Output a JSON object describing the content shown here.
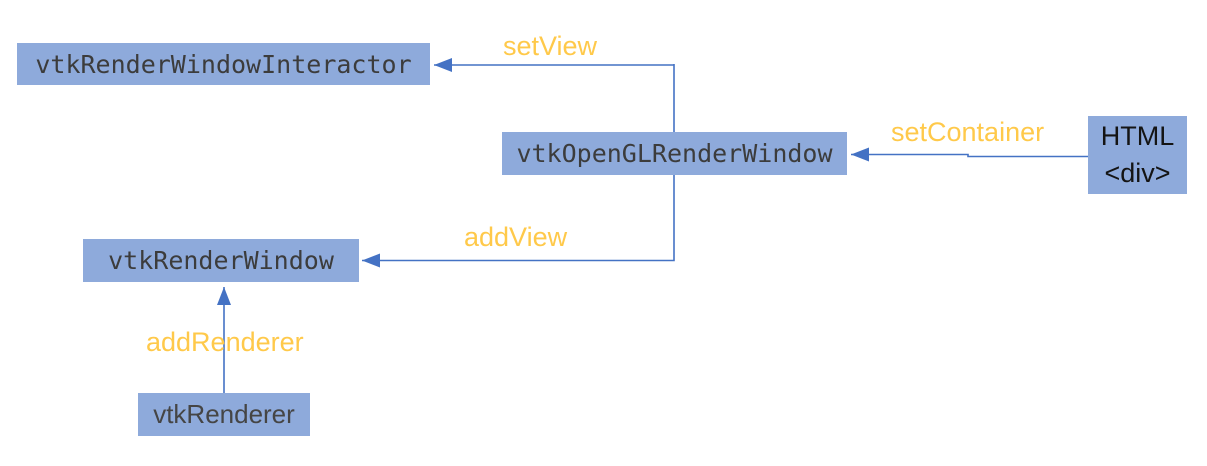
{
  "diagram": {
    "title": "vtk.js rendering setup diagram",
    "colors": {
      "node_fill": "#8EAADB",
      "connector": "#4472C4",
      "edge_label": "#FFC94A",
      "node_text_mono": "#3C3C3C",
      "node_text_html": "#141414"
    },
    "nodes": [
      {
        "id": "vtkRenderWindowInteractor",
        "label": "vtkRenderWindowInteractor"
      },
      {
        "id": "vtkOpenGLRenderWindow",
        "label": "vtkOpenGLRenderWindow"
      },
      {
        "id": "html-div",
        "line1": "HTML",
        "line2": "<div>"
      },
      {
        "id": "vtkRenderWindow",
        "label": "vtkRenderWindow"
      },
      {
        "id": "vtkRenderer",
        "label": "vtkRenderer"
      }
    ],
    "edges": [
      {
        "label": "setView",
        "from": "vtkOpenGLRenderWindow",
        "to": "vtkRenderWindowInteractor"
      },
      {
        "label": "setContainer",
        "from": "html-div",
        "to": "vtkOpenGLRenderWindow"
      },
      {
        "label": "addView",
        "from": "vtkOpenGLRenderWindow",
        "to": "vtkRenderWindow"
      },
      {
        "label": "addRenderer",
        "from": "vtkRenderer",
        "to": "vtkRenderWindow"
      }
    ]
  }
}
